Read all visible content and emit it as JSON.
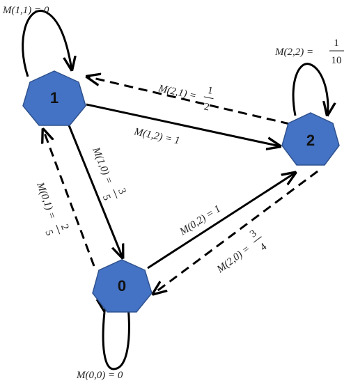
{
  "diagram": {
    "colors": {
      "node_fill": "#4472C4",
      "node_stroke": "#2F528F",
      "edge": "#000000"
    },
    "nodes": {
      "n1": {
        "label": "1"
      },
      "n2": {
        "label": "2"
      },
      "n0": {
        "label": "0"
      }
    },
    "edges": {
      "m11": {
        "lhs": "M(1,1) = ",
        "value": "0",
        "style": "solid"
      },
      "m22": {
        "lhs": "M(2,2) = ",
        "num": "1",
        "den": "10",
        "style": "solid"
      },
      "m21": {
        "lhs": "M(2,1) = ",
        "num": "1",
        "den": "2",
        "style": "dashed"
      },
      "m12": {
        "lhs": "M(1,2) = ",
        "value": "1",
        "style": "solid"
      },
      "m10": {
        "lhs": "M(1,0) = ",
        "num": "3",
        "den": "5",
        "style": "solid"
      },
      "m01": {
        "lhs": "M(0,1) = ",
        "num": "2",
        "den": "5",
        "style": "dashed"
      },
      "m02": {
        "lhs": "M(0,2) = ",
        "value": "1",
        "style": "solid"
      },
      "m20": {
        "lhs": "M(2,0) = ",
        "num": "3",
        "den": "4",
        "style": "dashed"
      },
      "m00": {
        "lhs": "M(0,0) = ",
        "value": "0",
        "style": "solid"
      }
    }
  }
}
